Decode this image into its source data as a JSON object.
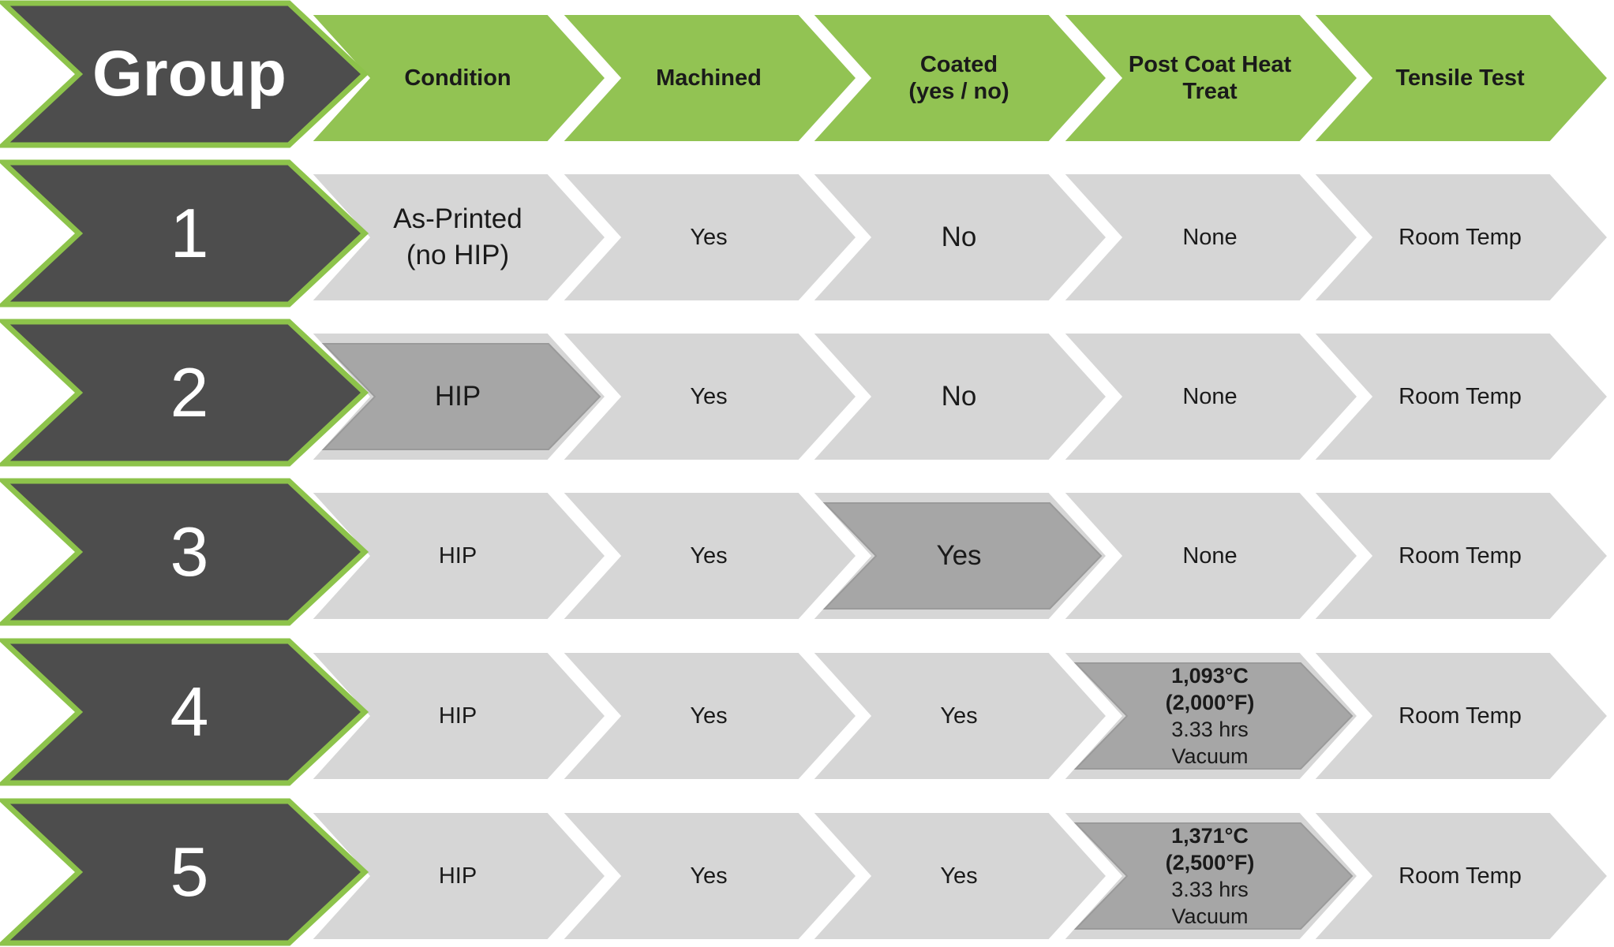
{
  "colors": {
    "group_fill": "#4d4d4d",
    "group_border": "#8dc34b",
    "header_fill": "#92c353",
    "cell_fill": "#d6d6d6",
    "cell_highlight_fill": "#a6a6a6",
    "text": "#1a1a1a",
    "group_text": "#ffffff"
  },
  "header": {
    "group_label": "Group",
    "columns": [
      "Condition",
      "Machined",
      "Coated\n(yes / no)",
      "Post Coat Heat\nTreat",
      "Tensile Test"
    ]
  },
  "rows": [
    {
      "group": "1",
      "cells": [
        {
          "text": "As-Printed\n(no HIP)",
          "highlight": false,
          "size": "big"
        },
        {
          "text": "Yes",
          "highlight": false
        },
        {
          "text": "No",
          "highlight": false,
          "size": "big"
        },
        {
          "text": "None",
          "highlight": false
        },
        {
          "text": "Room Temp",
          "highlight": false
        }
      ]
    },
    {
      "group": "2",
      "cells": [
        {
          "text": "HIP",
          "highlight": true,
          "size": "big"
        },
        {
          "text": "Yes",
          "highlight": false
        },
        {
          "text": "No",
          "highlight": false,
          "size": "big"
        },
        {
          "text": "None",
          "highlight": false
        },
        {
          "text": "Room Temp",
          "highlight": false
        }
      ]
    },
    {
      "group": "3",
      "cells": [
        {
          "text": "HIP",
          "highlight": false
        },
        {
          "text": "Yes",
          "highlight": false
        },
        {
          "text": "Yes",
          "highlight": true,
          "size": "big"
        },
        {
          "text": "None",
          "highlight": false
        },
        {
          "text": "Room Temp",
          "highlight": false
        }
      ]
    },
    {
      "group": "4",
      "cells": [
        {
          "text": "HIP",
          "highlight": false
        },
        {
          "text": "Yes",
          "highlight": false
        },
        {
          "text": "Yes",
          "highlight": false
        },
        {
          "text": "1,093°C\n(2,000°F)\n3.33 hrs\nVacuum",
          "highlight": true,
          "size": "multi",
          "bold_lines": 2
        },
        {
          "text": "Room Temp",
          "highlight": false
        }
      ]
    },
    {
      "group": "5",
      "cells": [
        {
          "text": "HIP",
          "highlight": false
        },
        {
          "text": "Yes",
          "highlight": false
        },
        {
          "text": "Yes",
          "highlight": false
        },
        {
          "text": "1,371°C\n(2,500°F)\n3.33 hrs\nVacuum",
          "highlight": true,
          "size": "multi",
          "bold_lines": 2
        },
        {
          "text": "Room Temp",
          "highlight": false
        }
      ]
    }
  ]
}
